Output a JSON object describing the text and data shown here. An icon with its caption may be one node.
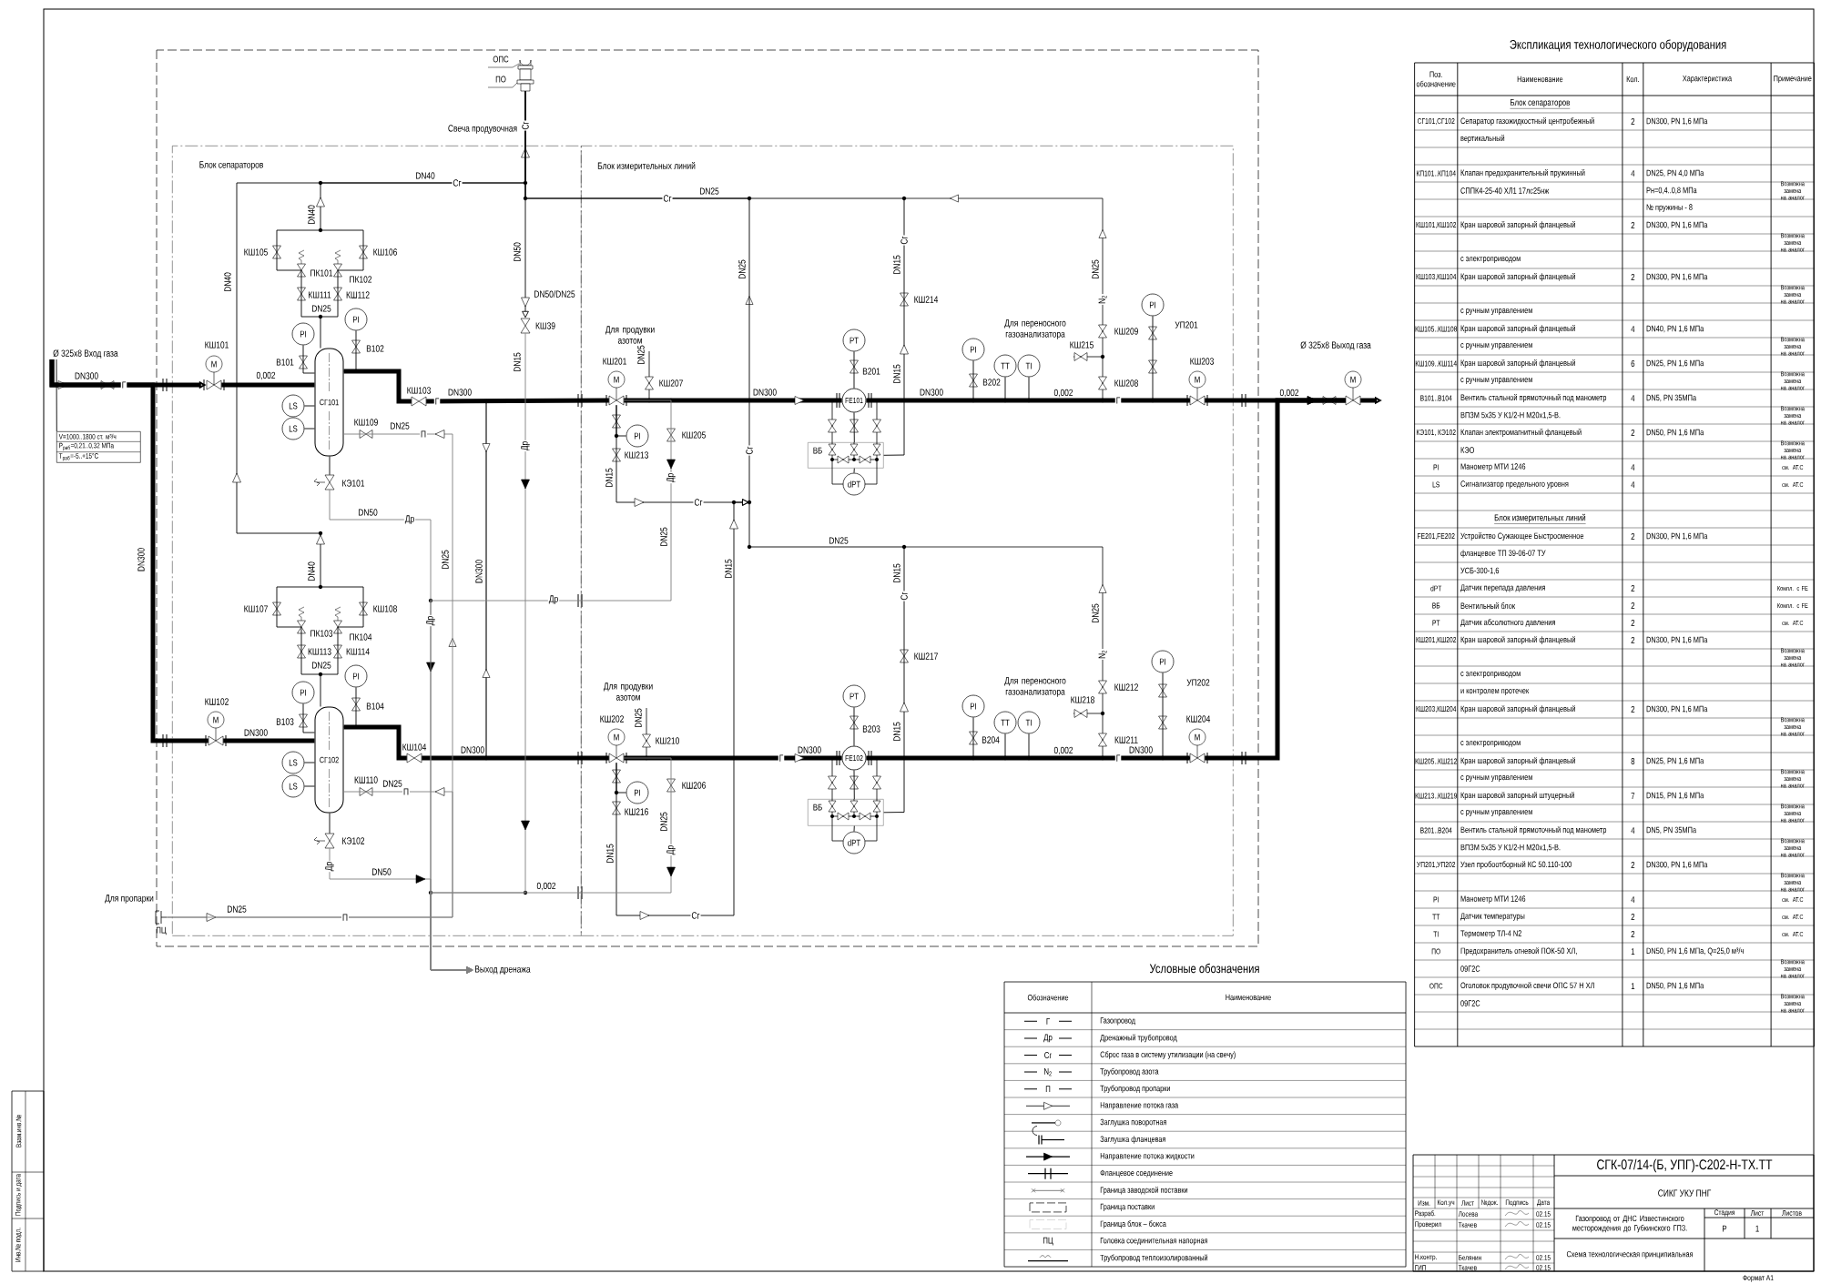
{
  "diagram": {
    "nodes": [
      {
        "text": [
          "Блок сепараторов"
        ]
      },
      {
        "text": [
          "Блок измерительных линий"
        ]
      },
      {
        "text": [
          "СГ101"
        ],
        "in": 0
      },
      {
        "text": [
          "СГ102"
        ],
        "in": 0
      },
      {
        "text": [
          "КШ101",
          "M"
        ],
        "in": 0
      },
      {
        "text": [
          "КШ102",
          "M"
        ],
        "in": 0
      },
      {
        "text": [
          "КШ103"
        ],
        "in": 0
      },
      {
        "text": [
          "КШ104"
        ],
        "in": 0
      },
      {
        "text": [
          "КЭ101"
        ],
        "in": 0
      },
      {
        "text": [
          "КЭ102"
        ],
        "in": 0
      },
      {
        "text": [
          "КШ201",
          "M"
        ],
        "in": 1
      },
      {
        "text": [
          "КШ202",
          "M"
        ],
        "in": 1
      },
      {
        "text": [
          "FE101"
        ],
        "in": 1
      },
      {
        "text": [
          "FE102"
        ],
        "in": 1
      },
      {
        "text": [
          "КШ203",
          "M"
        ],
        "in": 1
      },
      {
        "text": [
          "КШ204",
          "M"
        ],
        "in": 1
      },
      {
        "text": [
          "ОПС",
          "ПО"
        ]
      },
      {
        "text": [
          "КШ39"
        ],
        "in": 0
      },
      {
        "text": [
          "PI"
        ],
        "in": 0
      },
      {
        "text": [
          "PI"
        ],
        "in": 0
      },
      {
        "text": [
          "LS"
        ],
        "in": 0
      },
      {
        "text": [
          "LS"
        ],
        "in": 0
      },
      {
        "text": [
          "PI"
        ],
        "in": 0
      },
      {
        "text": [
          "PI"
        ],
        "in": 0
      },
      {
        "text": [
          "LS"
        ],
        "in": 0
      },
      {
        "text": [
          "LS"
        ],
        "in": 0
      },
      {
        "text": [
          "PI"
        ],
        "in": 1
      },
      {
        "text": [
          "PT"
        ],
        "in": 1
      },
      {
        "text": [
          "dPT"
        ],
        "in": 1
      },
      {
        "text": [
          "PI"
        ],
        "in": 1
      },
      {
        "text": [
          "TT"
        ],
        "in": 1
      },
      {
        "text": [
          "TI"
        ],
        "in": 1
      },
      {
        "text": [
          "PI"
        ],
        "in": 1
      },
      {
        "text": [
          "PI"
        ],
        "in": 1
      },
      {
        "text": [
          "PT"
        ],
        "in": 1
      },
      {
        "text": [
          "dPT"
        ],
        "in": 1
      },
      {
        "text": [
          "PI"
        ],
        "in": 1
      },
      {
        "text": [
          "TT"
        ],
        "in": 1
      },
      {
        "text": [
          "TI"
        ],
        "in": 1
      },
      {
        "text": [
          "PI"
        ],
        "in": 1
      },
      {
        "text": [
          "ВБ"
        ],
        "in": 1
      },
      {
        "text": [
          "ВБ"
        ],
        "in": 1
      },
      {
        "text": [
          "V=1000..1800 ст. м³/ч",
          "P$_{раб}$=0,21..0,32 МПа",
          "T$_{раб}$=-5..+15°С"
        ]
      },
      {
        "text": [
          "ПЦ"
        ]
      },
      {
        "text": [
          "M"
        ]
      },
      {
        "text": [
          "Ø 325х8 Вход газа"
        ]
      },
      {
        "text": [
          "Выход дренажа"
        ]
      }
    ],
    "edges": [
      {
        "from": 45,
        "to": 4,
        "arrow": "to",
        "label": "DN300",
        "style": "thick"
      },
      {
        "from": 4,
        "to": 2,
        "arrow": "none",
        "style": "thick"
      },
      {
        "from": 5,
        "to": 3,
        "arrow": "none",
        "label": "DN300",
        "style": "thick"
      },
      {
        "from": 2,
        "to": 6,
        "arrow": "none",
        "style": "thick"
      },
      {
        "from": 3,
        "to": 7,
        "arrow": "none",
        "style": "thick"
      },
      {
        "from": 6,
        "to": 10,
        "arrow": "none",
        "label": "DN300",
        "style": "thick"
      },
      {
        "from": 7,
        "to": 11,
        "arrow": "none",
        "label": "DN300",
        "style": "thick"
      },
      {
        "from": 10,
        "to": 12,
        "arrow": "to",
        "label": "DN300",
        "style": "thick"
      },
      {
        "from": 11,
        "to": 13,
        "arrow": "to",
        "label": "DN300",
        "style": "thick"
      },
      {
        "from": 12,
        "to": 14,
        "arrow": "none",
        "label": "DN300",
        "style": "thick"
      },
      {
        "from": 13,
        "to": 15,
        "arrow": "none",
        "label": "DN300",
        "style": "thick"
      },
      {
        "from": 14,
        "to": 44,
        "arrow": "to",
        "style": "thick"
      },
      {
        "from": 15,
        "to": 44,
        "arrow": "to",
        "style": "thick"
      },
      {
        "from": 45,
        "to": 5,
        "arrow": "none",
        "label": "DN300",
        "style": "thick"
      },
      {
        "from": 2,
        "to": 16,
        "arrow": "to",
        "label": "DN40"
      },
      {
        "from": 3,
        "to": 16,
        "arrow": "to"
      },
      {
        "from": 16,
        "to": 17,
        "arrow": "to",
        "label": "DN50"
      },
      {
        "from": 17,
        "to": 46,
        "arrow": "to",
        "label": "DN15",
        "color": "#808080"
      },
      {
        "from": 8,
        "to": 46,
        "arrow": "to",
        "label": "DN50",
        "color": "#808080"
      },
      {
        "from": 9,
        "to": 46,
        "arrow": "to",
        "label": "DN50",
        "color": "#808080"
      },
      {
        "from": 43,
        "to": 2,
        "arrow": "to",
        "label": "DN25",
        "color": "#808080"
      },
      {
        "from": 43,
        "to": 3,
        "arrow": "to",
        "label": "DN25",
        "color": "#808080"
      },
      {
        "from": 40,
        "to": 16,
        "arrow": "to",
        "label": "DN25"
      },
      {
        "from": 41,
        "to": 16,
        "arrow": "to",
        "label": "DN25"
      },
      {
        "from": 12,
        "to": 40,
        "arrow": "none"
      },
      {
        "from": 40,
        "to": 28,
        "arrow": "none"
      },
      {
        "from": 13,
        "to": 41,
        "arrow": "none"
      },
      {
        "from": 41,
        "to": 35,
        "arrow": "none"
      },
      {
        "from": 27,
        "to": 12,
        "arrow": "none"
      },
      {
        "from": 34,
        "to": 13,
        "arrow": "none"
      },
      {
        "from": 42,
        "to": 45,
        "arrow": "none"
      },
      {
        "from": 44,
        "to": null,
        "arrow": "to",
        "style": "thick"
      },
      {
        "from": 10,
        "to": null,
        "arrow": "to"
      },
      {
        "from": 11,
        "to": null,
        "arrow": "to"
      },
      {
        "from": 18,
        "to": 2,
        "arrow": "none"
      },
      {
        "from": 19,
        "to": 2,
        "arrow": "none"
      },
      {
        "from": 20,
        "to": 2,
        "arrow": "none"
      },
      {
        "from": 21,
        "to": 2,
        "arrow": "none"
      },
      {
        "from": 22,
        "to": 3,
        "arrow": "none"
      },
      {
        "from": 23,
        "to": 3,
        "arrow": "none"
      },
      {
        "from": 24,
        "to": 3,
        "arrow": "none"
      },
      {
        "from": 25,
        "to": 3,
        "arrow": "none"
      },
      {
        "from": 2,
        "to": 8,
        "arrow": "none"
      },
      {
        "from": 3,
        "to": 9,
        "arrow": "none"
      },
      {
        "from": 26,
        "to": 10,
        "arrow": "none"
      },
      {
        "from": 33,
        "to": 11,
        "arrow": "none"
      },
      {
        "from": 29,
        "to": 14,
        "arrow": "none"
      },
      {
        "from": 30,
        "to": 14,
        "arrow": "none"
      },
      {
        "from": 31,
        "to": 14,
        "arrow": "none"
      },
      {
        "from": 32,
        "to": 14,
        "arrow": "none"
      },
      {
        "from": 36,
        "to": 15,
        "arrow": "none"
      },
      {
        "from": 37,
        "to": 15,
        "arrow": "none"
      },
      {
        "from": 38,
        "to": 15,
        "arrow": "none"
      },
      {
        "from": 39,
        "to": 15,
        "arrow": "none"
      },
      {
        "from": 10,
        "to": 46,
        "arrow": "to",
        "color": "#808080"
      },
      {
        "from": 11,
        "to": 46,
        "arrow": "to",
        "color": "#808080"
      }
    ],
    "labels": [
      "Г",
      "0,002",
      "DN40",
      "Сг",
      "DN40",
      "КШ105",
      "КШ106",
      "ПК101",
      "ПК102",
      "КШ111",
      "КШ112",
      "DN25",
      "В101",
      "В102",
      "Г",
      "КШ109",
      "П",
      "Др",
      "Свеча продувочная",
      "Сг",
      "DN50/DN25",
      "Др",
      "DN300",
      "DN25",
      "Др",
      "DN25",
      "DN40",
      "КШ107",
      "КШ108",
      "ПК103",
      "ПК104",
      "КШ113",
      "КШ114",
      "DN25",
      "В103",
      "В104",
      "КШ110",
      "П",
      "Др",
      "Др",
      "DN25",
      "П",
      "Для пропарки",
      "0,002",
      "Сг",
      "DN25",
      "КШ207",
      "DN25",
      "Для продувки азотом",
      "КШ205",
      "Др",
      "КШ213",
      "DN15",
      "Сг",
      "Сг",
      "В201",
      "DN15",
      "Сг",
      "КШ214",
      "DN15",
      "В202",
      "0,002",
      "Для переносного газоанализатора",
      "КШ215",
      "КШ208",
      "КШ209",
      "N$_{2}$",
      "DN25",
      "Г",
      "УП201",
      "0,002",
      "Ø 325х8 Выход газа",
      "Для продувки азотом",
      "DN25",
      "КШ210",
      "КШ206",
      "DN25",
      "Др",
      "КШ216",
      "DN15",
      "Сг",
      "DN15",
      "Г",
      "В203",
      "DN15",
      "Сг",
      "КШ217",
      "DN15",
      "В204",
      "0,002",
      "Для переносного газоанализатора",
      "КШ218",
      "КШ212",
      "КШ211",
      "N$_{2}$",
      "DN25",
      "Г",
      "УП202",
      "Условные обозначения",
      "Обозначение",
      "Наименование",
      "Г",
      "Др",
      "Сг",
      "N$_{2}$",
      "П",
      "ПЦ",
      "Экспликация технологического оборудования",
      "Поз. обозначение",
      "Наименование",
      "Кол.",
      "Характеристика",
      "Примечание",
      "Блок сепараторов",
      "СГ101,СГ102",
      "Сепаратор газожидкостный центробежный",
      "2",
      "DN300, PN 1,6 МПа",
      "вертикальный",
      "КП101..КП104",
      "Клапан предохранительный пружинный",
      "4",
      "DN25, PN 4,0 МПа",
      "СППК4-25-40 ХЛ1 17лс25нж",
      "Рн=0,4..0,8 МПа",
      "Возможна замена на аналог",
      "№ пружины - 8",
      "КШ101,КШ102",
      "Кран шаровой запорный фланцевый",
      "2",
      "DN300, PN 1,6 МПа",
      "Возможна замена на аналог",
      "с электроприводом",
      "КШ103,КШ104",
      "Кран шаровой запорный фланцевый",
      "2",
      "DN300, PN 1,6 МПа",
      "Возможна замена на аналог",
      "с ручным управлением",
      "КШ105..КШ108",
      "Кран шаровой запорный фланцевый",
      "4",
      "DN40, PN 1,6 МПа",
      "с ручным управлением",
      "Возможна замена на аналог",
      "КШ109..КШ114",
      "Кран шаровой запорный фланцевый",
      "6",
      "DN25, PN 1,6 МПа",
      "с ручным управлением",
      "Возможна замена на аналог",
      "В101..В104",
      "Вентиль стальной прямоточный под манометр",
      "4",
      "DN5, PN 35МПа",
      "ВПЗМ 5х35 У К1/2-Н М20х1,5-В.",
      "Возможна замена на аналог",
      "КЭ101, КЭ102",
      "Клапан электромагнитный фланцевый",
      "2",
      "DN50, PN 1,6 МПа",
      "КЭО",
      "Возможна замена на аналог",
      "PI",
      "Манометр МТИ 1246",
      "4",
      "см. АТ.С",
      "LS",
      "Сигнализатор предельного уровня",
      "4",
      "см. АТ.С",
      "Блок измерительных линий",
      "FE201,FE202",
      "Устройство Сужающее Быстросменное",
      "2",
      "DN300, PN 1,6 МПа",
      "фланцевое ТП 39-06-07 ТУ",
      "УСБ-300-1,6",
      "dPT",
      "Датчик перепада давления",
      "2",
      "Компл. с FE",
      "ВБ",
      "Вентильный блок",
      "2",
      "Компл. с FE",
      "PT",
      "Датчик абсолютного давления",
      "2",
      "см. АТ.С",
      "КШ201,КШ202",
      "Кран шаровой запорный фланцевый",
      "2",
      "DN300, PN 1,6 МПа",
      "Возможна замена на аналог",
      "с электроприводом",
      "и контролем протечек",
      "КШ203,КШ204",
      "Кран шаровой запорный фланцевый",
      "2",
      "DN300, PN 1,6 МПа",
      "Возможна замена на аналог",
      "с электроприводом",
      "КШ205..КШ212",
      "Кран шаровой запорный фланцевый",
      "8",
      "DN25, PN 1,6 МПа",
      "с ручным управлением",
      "Возможна замена на аналог",
      "КШ213..КШ219",
      "Кран шаровой запорный штуцерный",
      "7",
      "DN15, PN 1,6 МПа",
      "с ручным управлением",
      "Возможна замена на аналог",
      "В201..В204",
      "Вентиль стальной прямоточный под манометр",
      "4",
      "DN5, PN 35МПа",
      "ВПЗМ 5х35 У К1/2-Н М20х1,5-В.",
      "Возможна замена на аналог",
      "УП201,УП202",
      "Узел пробоотборный КС 50.110-100",
      "2",
      "DN300, PN 1,6 МПа",
      "Возможна замена на аналог",
      "PI",
      "Манометр МТИ 1246",
      "4",
      "см. АТ.С",
      "TT",
      "Датчик температуры",
      "2",
      "см. АТ.С",
      "TI",
      "Термометр ТЛ-4 N2",
      "2",
      "см. АТ.С",
      "ПО",
      "Предохранитель огневой ПОК-50 ХЛ,",
      "1",
      "DN50, PN 1,6 МПа, Q=25,0 м³/ч",
      "09Г2С",
      "Возможна замена на аналог",
      "ОПС",
      "Оголовок продувочной свечи ОПС 57 Н ХЛ",
      "1",
      "DN50, PN 1,6 МПа",
      "09Г2С",
      "Возможна замена на аналог",
      "СГК-07/14-(Б, УПГ)-С202-Н-ТХ.ТТ",
      "СИКГ УКУ ПНГ",
      "Газопровод от ДНС Известинского месторождения до Губкинского ГПЗ.",
      "Стадия",
      "Лист",
      "Листов",
      "Р",
      "1",
      "Схема технологическая принципиальная",
      "Изм.",
      "Кол.уч",
      "Лист",
      "№док.",
      "Подпись",
      "Дата",
      "Разраб.",
      "Лосева",
      "02.15",
      "Проверил",
      "Ткачев",
      "02.15",
      "Н.контр.",
      "Белянин",
      "02.15",
      "ГИП",
      "Ткачев",
      "02.15",
      "Формат А1",
      "Взам.инв.№",
      "Подпись и дата",
      "Инв.№ подл."
    ],
    "legend": [
      {
        "text": "Газопровод"
      },
      {
        "text": "Дренажный трубопровод"
      },
      {
        "text": "Сброс газа в систему утилизации (на свечу)"
      },
      {
        "text": "Трубопровод азота"
      },
      {
        "text": "Трубопровод пропарки"
      },
      {
        "text": "Направление потока газа"
      },
      {
        "text": "Заглушка поворотная"
      },
      {
        "text": "Заглушка фланцевая"
      },
      {
        "text": "Направление потока жидкости"
      },
      {
        "text": "Фланцевое соединение"
      },
      {
        "text": "Граница заводской поставки"
      },
      {
        "text": "Граница поставки"
      },
      {
        "text": "Граница блок – бокса"
      },
      {
        "text": "Головка соединительная напорная"
      },
      {
        "text": "Трубопровод теплоизолированный"
      }
    ]
  }
}
